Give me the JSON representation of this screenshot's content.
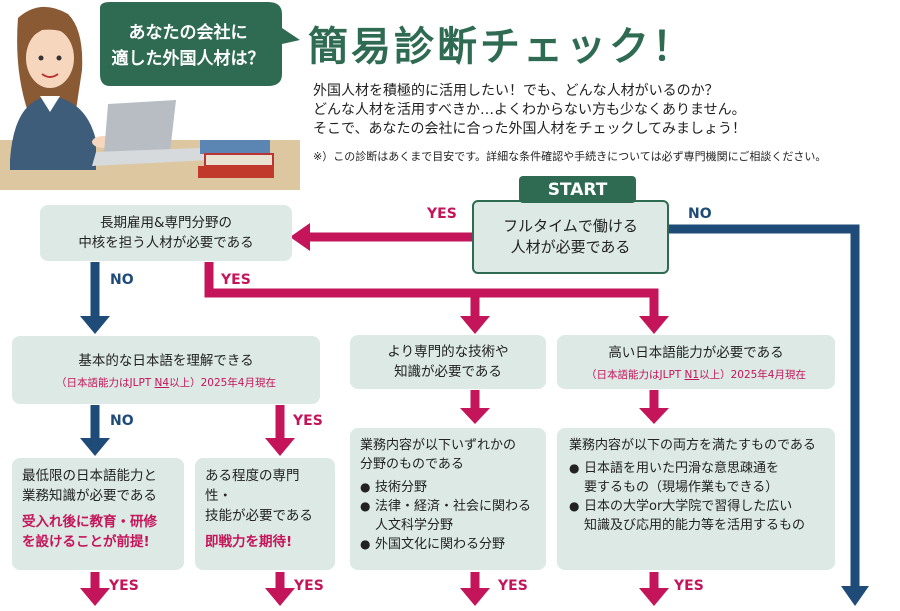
{
  "header": {
    "bubble_line1": "あなたの会社に",
    "bubble_line2": "適した外国人材は？",
    "title": "簡易診断チェック！",
    "intro_line1": "外国人材を積極的に活用したい！でも、どんな人材がいるのか？",
    "intro_line2": "どんな人材を活用すべきか…よくわからない方も少なくありません。",
    "intro_line3": "そこで、あなたの会社に合った外国人材をチェックしてみましょう！",
    "note": "※）この診断はあくまで目安です。詳細な条件確認や手続きについては必ず専門機関にご相談ください。"
  },
  "flow": {
    "start_label": "START",
    "start_line1": "フルタイムで働ける",
    "start_line2": "人材が必要である",
    "longterm_line1": "長期雇用&専門分野の",
    "longterm_line2": "中核を担う人材が必要である",
    "basic_jp_title": "基本的な日本語を理解できる",
    "basic_jp_sub_prefix": "（日本語能力はJLPT ",
    "basic_jp_sub_level": "N4",
    "basic_jp_sub_suffix": "以上）2025年4月現在",
    "expert_line1": "より専門的な技術や",
    "expert_line2": "知識が必要である",
    "high_jp_title": "高い日本語能力が必要である",
    "high_jp_sub_prefix": "（日本語能力はJLPT ",
    "high_jp_sub_level": "N1",
    "high_jp_sub_suffix": "以上）2025年4月現在",
    "min_line1": "最低限の日本語能力と",
    "min_line2": "業務知識が必要である",
    "min_red1": "受入れ後に教育・研修",
    "min_red2": "を設けることが前提!",
    "mid_line1": "ある程度の専門性・",
    "mid_line2": "技能が必要である",
    "mid_red": "即戦力を期待!",
    "either_line1": "業務内容が以下いずれかの",
    "either_line2": "分野のものである",
    "either_items": [
      "技術分野",
      "法律・経済・社会に関わる",
      "人文科学分野",
      "外国文化に関わる分野"
    ],
    "both_line1": "業務内容が以下の両方を満たすものである",
    "both_item1_a": "日本語を用いた円滑な意思疎通を",
    "both_item1_b": "要するもの（現場作業もできる）",
    "both_item2_a": "日本の大学or大学院で習得した広い",
    "both_item2_b": "知識及び応用的能力等を活用するもの"
  },
  "labels": {
    "yes": "YES",
    "no": "NO"
  },
  "colors": {
    "accent_green": "#2e6b52",
    "box_fill": "#dce9e4",
    "yes_arrow": "#c4145a",
    "no_arrow": "#1f4b78"
  }
}
